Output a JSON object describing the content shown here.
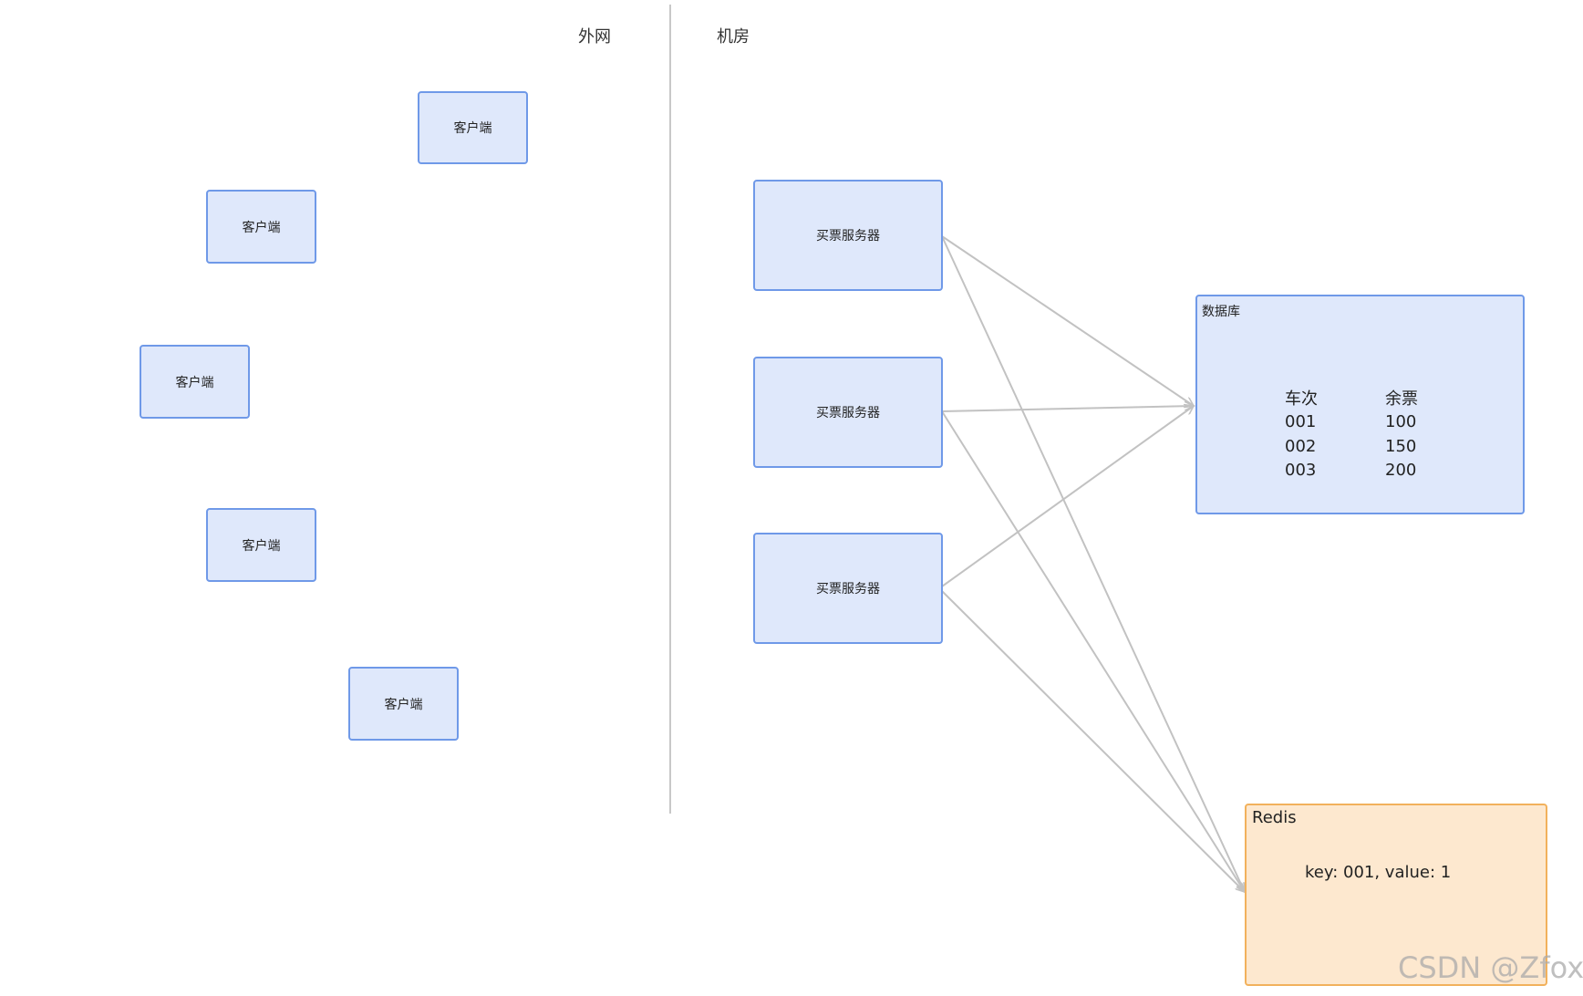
{
  "zones": {
    "external": "外网",
    "datacenter": "机房"
  },
  "clients": [
    {
      "label": "客户端"
    },
    {
      "label": "客户端"
    },
    {
      "label": "客户端"
    },
    {
      "label": "客户端"
    },
    {
      "label": "客户端"
    }
  ],
  "servers": [
    {
      "label": "买票服务器"
    },
    {
      "label": "买票服务器"
    },
    {
      "label": "买票服务器"
    }
  ],
  "database": {
    "title": "数据库",
    "headers": [
      "车次",
      "余票"
    ],
    "rows": [
      {
        "train": "001",
        "tickets": "100"
      },
      {
        "train": "002",
        "tickets": "150"
      },
      {
        "train": "003",
        "tickets": "200"
      }
    ]
  },
  "redis": {
    "title": "Redis",
    "entry": "key: 001, value: 1"
  },
  "watermark": "CSDN @Zfox_",
  "colors": {
    "node_fill": "#dfe8fb",
    "node_border": "#6f99e8",
    "redis_fill": "#fde8cf",
    "redis_border": "#f2b15c",
    "edge": "#c2c2c2",
    "divider": "#c8c8c8"
  }
}
